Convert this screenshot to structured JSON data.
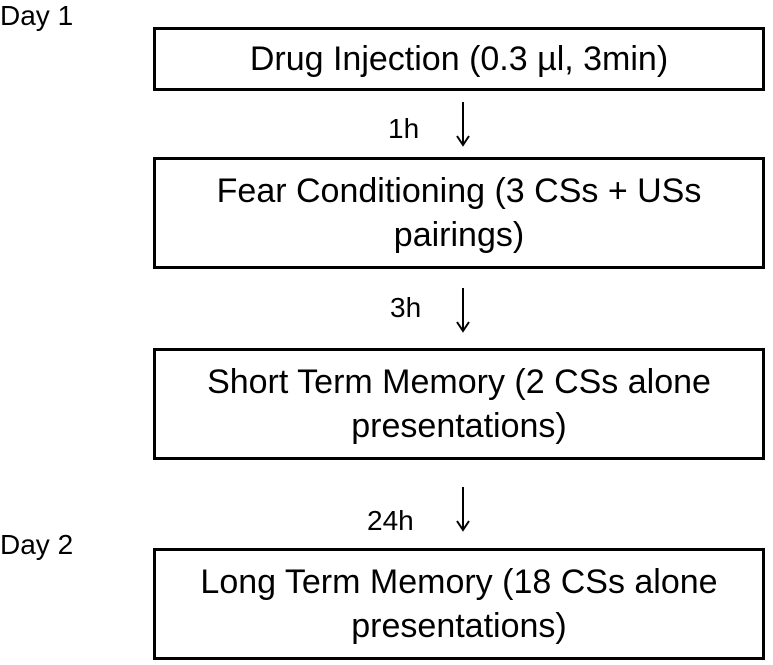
{
  "days": {
    "day1": "Day 1",
    "day2": "Day 2"
  },
  "steps": [
    {
      "text": "Drug Injection (0.3 µl, 3min)"
    },
    {
      "text": "Fear Conditioning (3 CSs + USs pairings)"
    },
    {
      "text": "Short Term Memory (2 CSs alone presentations)"
    },
    {
      "text": "Long Term Memory (18 CSs alone presentations)"
    }
  ],
  "intervals": [
    "1h",
    "3h",
    "24h"
  ],
  "colors": {
    "line": "#000000",
    "background": "#ffffff"
  },
  "icons": {
    "arrow": "arrow-down-icon"
  }
}
